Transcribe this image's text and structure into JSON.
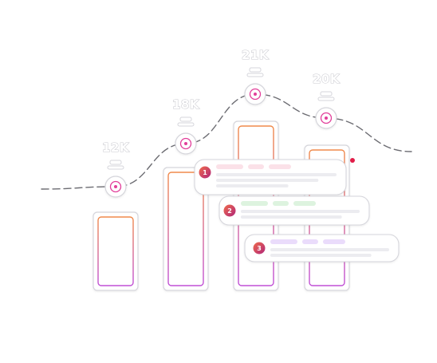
{
  "chart_data": {
    "type": "bar",
    "categories": [
      "",
      "",
      "",
      ""
    ],
    "values": [
      12000,
      18000,
      21000,
      20000
    ],
    "value_labels": [
      "12K",
      "18K",
      "21K",
      "20K"
    ],
    "ylim": [
      0,
      24000
    ],
    "grid": false,
    "legend": "none",
    "annotations": [
      {
        "badge": "1"
      },
      {
        "badge": "2"
      },
      {
        "badge": "3"
      }
    ]
  },
  "colors": {
    "accent_pink": "#e23e9a",
    "accent_orange": "#f08a4b",
    "accent_purple": "#b47ae0",
    "outline_gray": "#d5d5db",
    "dash_line": "#6c6c72",
    "badge_red": "#e11d48",
    "skeleton_pink": "#fbe1e8",
    "skeleton_green": "#ddf3df",
    "skeleton_purple": "#eadcfb",
    "skeleton_gray": "#ececf0"
  }
}
